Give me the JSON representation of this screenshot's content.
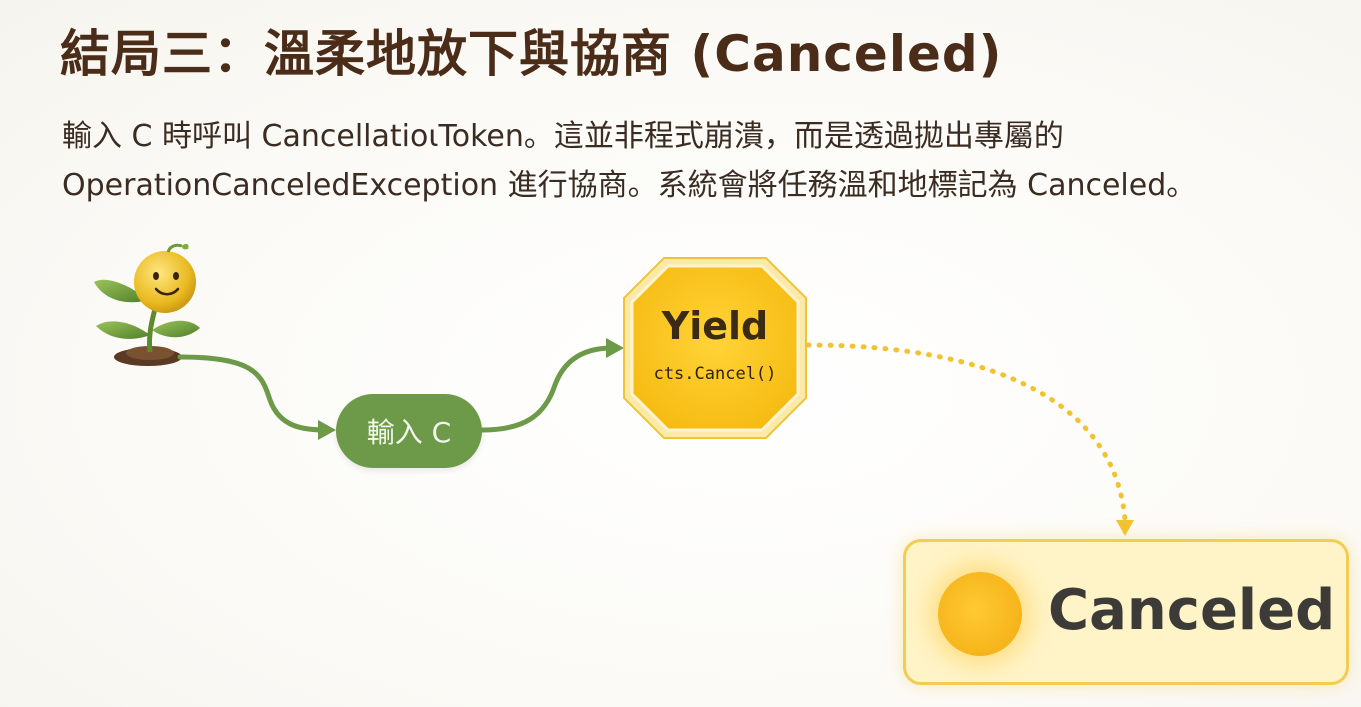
{
  "title": "結局三：溫柔地放下與協商 (Canceled)",
  "description": {
    "line1": "輸入 C 時呼叫 CancellatioιToken。這並非程式崩潰，而是透過拋出專屬的",
    "line2": "OperationCanceledException 進行協商。系統會將任務溫和地標記為 Canceled。"
  },
  "diagram": {
    "input_node": "輸入 C",
    "yield_node": {
      "title": "Yield",
      "code": "cts.Cancel()"
    },
    "result_node": "Canceled"
  },
  "icons": {
    "start": "seedling-character-icon",
    "result": "sun-dot-icon"
  },
  "colors": {
    "title": "#4a2c18",
    "green": "#6c9a49",
    "octagon": "#f8c21c",
    "dotted_arrow": "#f2c232",
    "result_fill": "#fff4c8",
    "result_border": "#f1cd54"
  }
}
